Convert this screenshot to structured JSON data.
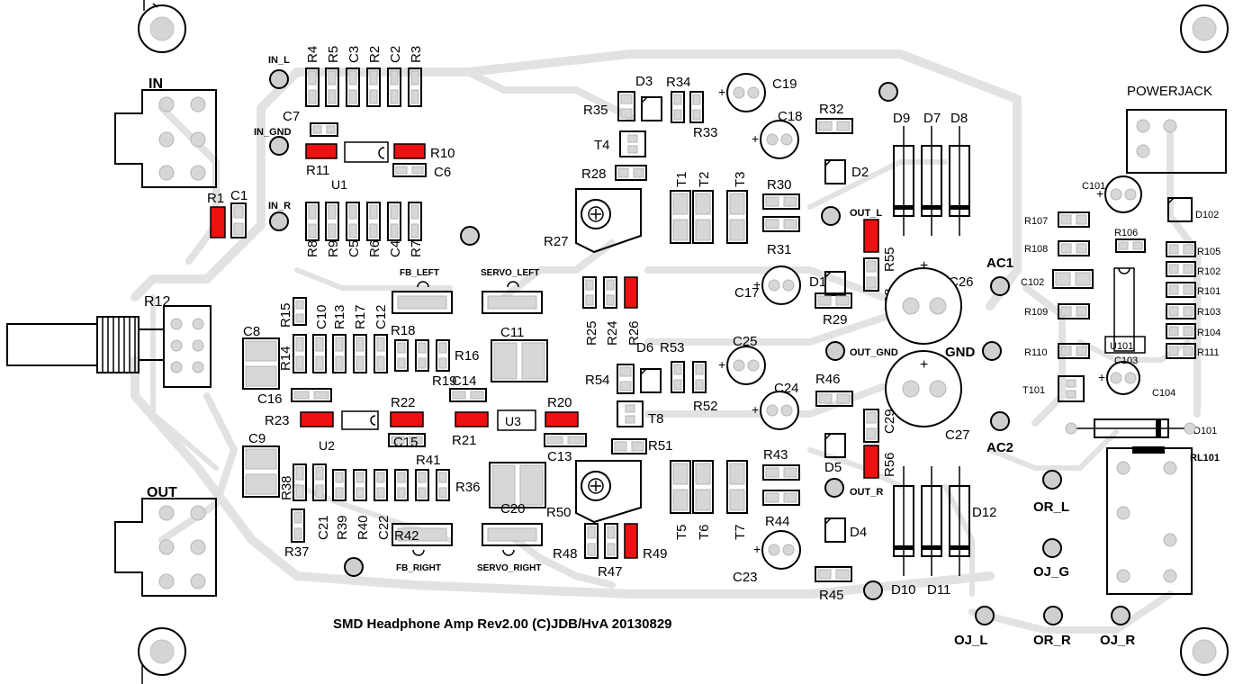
{
  "board": {
    "title": "SMD Headphone Amp Rev2.00 (C)JDB/HvA 20130829"
  },
  "connectors": {
    "in": "IN",
    "out": "OUT",
    "powerjack": "POWERJACK",
    "relay": "RL101",
    "pot": "R12"
  },
  "pads": {
    "in_l": "IN_L",
    "in_gnd": "IN_GND",
    "in_r": "IN_R",
    "fb_left": "FB_LEFT",
    "servo_left": "SERVO_LEFT",
    "fb_right": "FB_RIGHT",
    "servo_right": "SERVO_RIGHT",
    "out_l": "OUT_L",
    "out_gnd": "OUT_GND",
    "out_r": "OUT_R",
    "ac1": "AC1",
    "gnd": "GND",
    "ac2": "AC2",
    "or_l": "OR_L",
    "oj_g": "OJ_G",
    "oj_l": "OJ_L",
    "or_r": "OR_R",
    "oj_r": "OJ_R"
  },
  "ics": {
    "u1": "U1",
    "u2": "U2",
    "u3": "U3",
    "u101": "U101"
  },
  "highlighted": [
    "R1",
    "R10",
    "R11",
    "R20",
    "R21",
    "R22",
    "R23",
    "R26",
    "R49",
    "R55",
    "R56"
  ],
  "labels": [
    {
      "id": "r4",
      "text": "R4"
    },
    {
      "id": "r5",
      "text": "R5"
    },
    {
      "id": "c3",
      "text": "C3"
    },
    {
      "id": "r2",
      "text": "R2"
    },
    {
      "id": "c2",
      "text": "C2"
    },
    {
      "id": "r3",
      "text": "R3"
    },
    {
      "id": "c7",
      "text": "C7"
    },
    {
      "id": "r11",
      "text": "R11"
    },
    {
      "id": "r10",
      "text": "R10"
    },
    {
      "id": "c6",
      "text": "C6"
    },
    {
      "id": "r1",
      "text": "R1"
    },
    {
      "id": "c1",
      "text": "C1"
    },
    {
      "id": "r8",
      "text": "R8"
    },
    {
      "id": "r9",
      "text": "R9"
    },
    {
      "id": "c5",
      "text": "C5"
    },
    {
      "id": "r6",
      "text": "R6"
    },
    {
      "id": "c4",
      "text": "C4"
    },
    {
      "id": "r7",
      "text": "R7"
    },
    {
      "id": "d3",
      "text": "D3"
    },
    {
      "id": "r34",
      "text": "R34"
    },
    {
      "id": "c19",
      "text": "C19"
    },
    {
      "id": "r35",
      "text": "R35"
    },
    {
      "id": "r33",
      "text": "R33"
    },
    {
      "id": "c18",
      "text": "C18"
    },
    {
      "id": "r32",
      "text": "R32"
    },
    {
      "id": "t4",
      "text": "T4"
    },
    {
      "id": "d2",
      "text": "D2"
    },
    {
      "id": "r28",
      "text": "R28"
    },
    {
      "id": "t1",
      "text": "T1"
    },
    {
      "id": "t2",
      "text": "T2"
    },
    {
      "id": "t3",
      "text": "T3"
    },
    {
      "id": "r30",
      "text": "R30"
    },
    {
      "id": "r27",
      "text": "R27"
    },
    {
      "id": "r31",
      "text": "R31"
    },
    {
      "id": "d1",
      "text": "D1"
    },
    {
      "id": "c17",
      "text": "C17"
    },
    {
      "id": "r25",
      "text": "R25"
    },
    {
      "id": "r24",
      "text": "R24"
    },
    {
      "id": "r26",
      "text": "R26"
    },
    {
      "id": "r29",
      "text": "R29"
    },
    {
      "id": "r55",
      "text": "R55"
    },
    {
      "id": "c28",
      "text": "C28"
    },
    {
      "id": "c26",
      "text": "C26"
    },
    {
      "id": "d9",
      "text": "D9"
    },
    {
      "id": "d7",
      "text": "D7"
    },
    {
      "id": "d8",
      "text": "D8"
    },
    {
      "id": "r15",
      "text": "R15"
    },
    {
      "id": "c10",
      "text": "C10"
    },
    {
      "id": "r13",
      "text": "R13"
    },
    {
      "id": "r17",
      "text": "R17"
    },
    {
      "id": "c12",
      "text": "C12"
    },
    {
      "id": "r18",
      "text": "R18"
    },
    {
      "id": "c8",
      "text": "C8"
    },
    {
      "id": "r14",
      "text": "R14"
    },
    {
      "id": "r16",
      "text": "R16"
    },
    {
      "id": "c11",
      "text": "C11"
    },
    {
      "id": "r19",
      "text": "R19"
    },
    {
      "id": "c14",
      "text": "C14"
    },
    {
      "id": "c16",
      "text": "C16"
    },
    {
      "id": "r23",
      "text": "R23"
    },
    {
      "id": "r22",
      "text": "R22"
    },
    {
      "id": "r21",
      "text": "R21"
    },
    {
      "id": "r20",
      "text": "R20"
    },
    {
      "id": "c15",
      "text": "C15"
    },
    {
      "id": "c13",
      "text": "C13"
    },
    {
      "id": "c9",
      "text": "C9"
    },
    {
      "id": "r38",
      "text": "R38"
    },
    {
      "id": "r41",
      "text": "R41"
    },
    {
      "id": "r36",
      "text": "R36"
    },
    {
      "id": "c20",
      "text": "C20"
    },
    {
      "id": "c21",
      "text": "C21"
    },
    {
      "id": "r39",
      "text": "R39"
    },
    {
      "id": "r40",
      "text": "R40"
    },
    {
      "id": "c22",
      "text": "C22"
    },
    {
      "id": "r42",
      "text": "R42"
    },
    {
      "id": "r37",
      "text": "R37"
    },
    {
      "id": "d6",
      "text": "D6"
    },
    {
      "id": "r53",
      "text": "R53"
    },
    {
      "id": "c25",
      "text": "C25"
    },
    {
      "id": "r54",
      "text": "R54"
    },
    {
      "id": "r52",
      "text": "R52"
    },
    {
      "id": "c24",
      "text": "C24"
    },
    {
      "id": "r46",
      "text": "R46"
    },
    {
      "id": "t8",
      "text": "T8"
    },
    {
      "id": "r51",
      "text": "R51"
    },
    {
      "id": "r43",
      "text": "R43"
    },
    {
      "id": "d5",
      "text": "D5"
    },
    {
      "id": "r56",
      "text": "R56"
    },
    {
      "id": "c29",
      "text": "C29"
    },
    {
      "id": "c27",
      "text": "C27"
    },
    {
      "id": "r50",
      "text": "R50"
    },
    {
      "id": "t5",
      "text": "T5"
    },
    {
      "id": "t6",
      "text": "T6"
    },
    {
      "id": "t7",
      "text": "T7"
    },
    {
      "id": "r44",
      "text": "R44"
    },
    {
      "id": "d4",
      "text": "D4"
    },
    {
      "id": "d12",
      "text": "D12"
    },
    {
      "id": "r48",
      "text": "R48"
    },
    {
      "id": "r47",
      "text": "R47"
    },
    {
      "id": "r49",
      "text": "R49"
    },
    {
      "id": "c23",
      "text": "C23"
    },
    {
      "id": "r45",
      "text": "R45"
    },
    {
      "id": "d10",
      "text": "D10"
    },
    {
      "id": "d11",
      "text": "D11"
    },
    {
      "id": "c101",
      "text": "C101"
    },
    {
      "id": "r107",
      "text": "R107"
    },
    {
      "id": "d102",
      "text": "D102"
    },
    {
      "id": "r106",
      "text": "R106"
    },
    {
      "id": "r108",
      "text": "R108"
    },
    {
      "id": "r105",
      "text": "R105"
    },
    {
      "id": "c102",
      "text": "C102"
    },
    {
      "id": "r102",
      "text": "R102"
    },
    {
      "id": "r109",
      "text": "R109"
    },
    {
      "id": "r101",
      "text": "R101"
    },
    {
      "id": "r103",
      "text": "R103"
    },
    {
      "id": "r104",
      "text": "R104"
    },
    {
      "id": "r110",
      "text": "R110"
    },
    {
      "id": "r111",
      "text": "R111"
    },
    {
      "id": "c103",
      "text": "C103"
    },
    {
      "id": "t101",
      "text": "T101"
    },
    {
      "id": "c104",
      "text": "C104"
    },
    {
      "id": "d101",
      "text": "D101"
    }
  ]
}
